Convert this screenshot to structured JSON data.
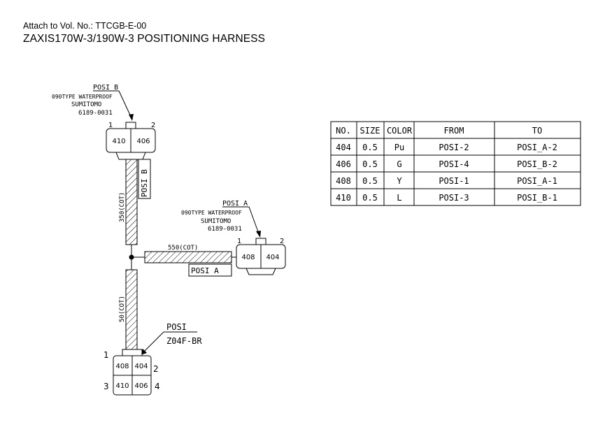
{
  "header": {
    "attach_line": "Attach to Vol. No.: TTCGB-E-00",
    "title": "ZAXIS170W-3/190W-3 POSITIONING HARNESS"
  },
  "connectors": {
    "posi_b": {
      "name": "POSI_B",
      "type": "090TYPE WATERPROOF",
      "maker": "SUMITOMO",
      "part": "6189-0031",
      "pin1": "1",
      "pin2": "2",
      "cav1": "410",
      "cav2": "406"
    },
    "posi_a": {
      "name": "POSI_A",
      "type": "090TYPE WATERPROOF",
      "maker": "SUMITOMO",
      "part": "6189-0031",
      "pin1": "1",
      "pin2": "2",
      "cav1": "408",
      "cav2": "404"
    },
    "posi": {
      "name": "POSI",
      "part": "Z04F-BR",
      "pin1": "1",
      "pin2": "2",
      "pin3": "3",
      "pin4": "4",
      "cav1": "408",
      "cav2": "404",
      "cav3": "410",
      "cav4": "406"
    }
  },
  "branches": {
    "b_label": "POSI B",
    "b_len": "350(COT)",
    "a_label": "POSI A",
    "a_len": "550(COT)",
    "main_len": "50(COT)"
  },
  "wire_table": {
    "headers": [
      "NO.",
      "SIZE",
      "COLOR",
      "FROM",
      "TO"
    ],
    "rows": [
      [
        "404",
        "0.5",
        "Pu",
        "POSI-2",
        "POSI_A-2"
      ],
      [
        "406",
        "0.5",
        "G",
        "POSI-4",
        "POSI_B-2"
      ],
      [
        "408",
        "0.5",
        "Y",
        "POSI-1",
        "POSI_A-1"
      ],
      [
        "410",
        "0.5",
        "L",
        "POSI-3",
        "POSI_B-1"
      ]
    ]
  }
}
